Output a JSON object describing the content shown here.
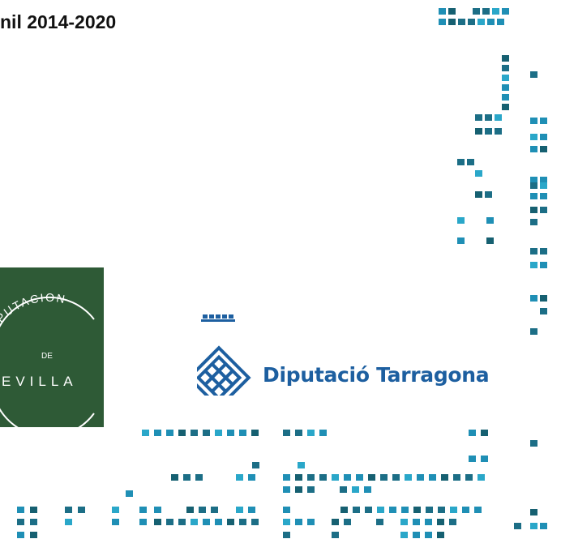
{
  "header": {
    "title": "nil 2014-2020"
  },
  "logos": {
    "sevilla": {
      "name": "Diputación de Sevilla",
      "arc_text": "PUTACION",
      "de": "DE",
      "city": "EVILLA",
      "background": "#2e5a36"
    },
    "tarragona": {
      "name": "Diputació Tarragona",
      "color": "#1d5fa0"
    }
  },
  "decoration": {
    "colors": [
      "#1f8fb5",
      "#2aa7c9",
      "#1c6e86",
      "#166071"
    ]
  }
}
